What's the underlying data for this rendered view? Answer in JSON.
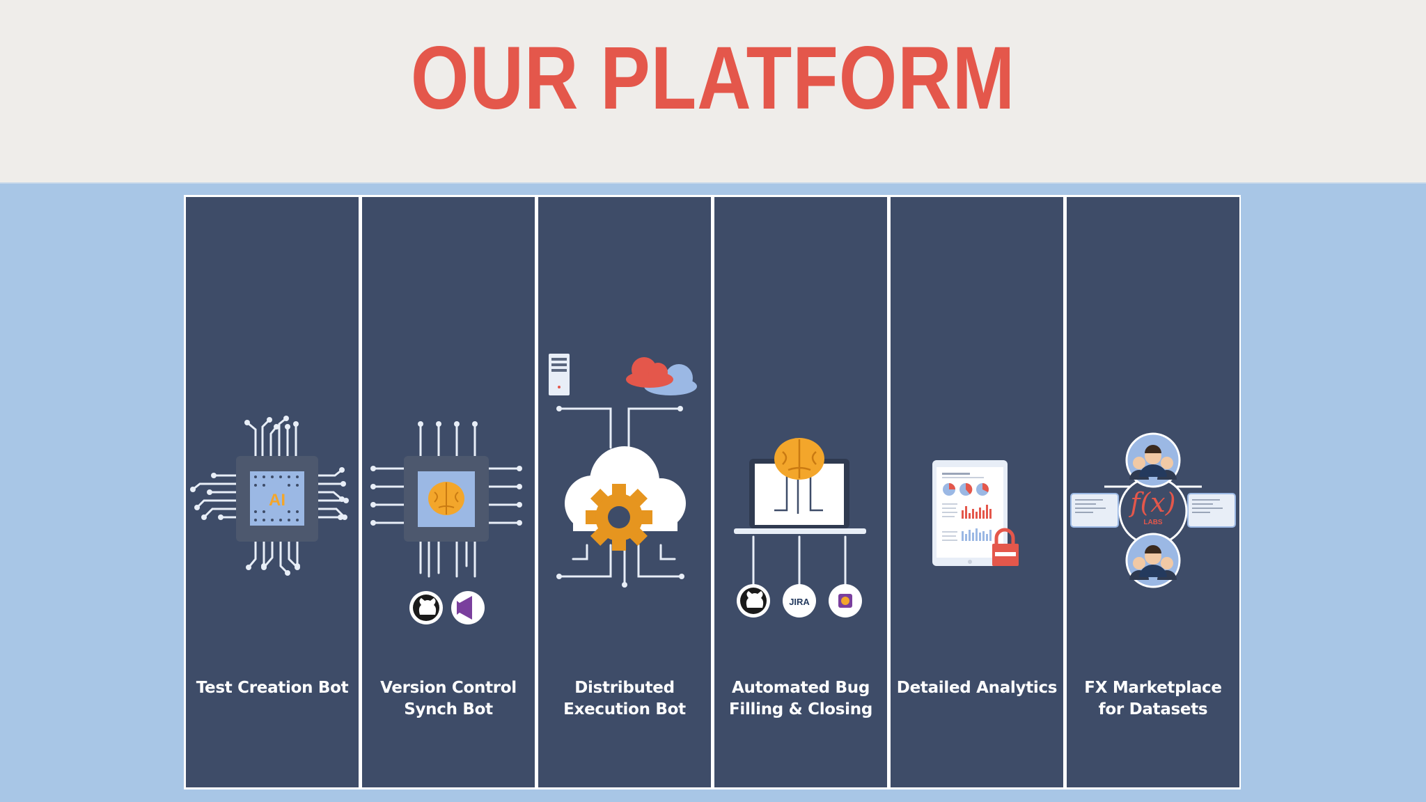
{
  "header": {
    "title": "OUR PLATFORM"
  },
  "panels": [
    {
      "icon": "ai-chip-icon",
      "label_lines": [
        "Test Creation Bot"
      ]
    },
    {
      "icon": "brain-chip-icon",
      "label_lines": [
        "Version Control",
        "Synch Bot"
      ]
    },
    {
      "icon": "cloud-gear-icon",
      "label_lines": [
        "Distributed",
        "Execution Bot"
      ]
    },
    {
      "icon": "laptop-brain-icon",
      "label_lines": [
        "Automated Bug",
        "Filling & Closing"
      ]
    },
    {
      "icon": "analytics-tablet-icon",
      "label_lines": [
        "Detailed Analytics"
      ]
    },
    {
      "icon": "marketplace-network-icon",
      "label_lines": [
        "FX Marketplace",
        "for Datasets"
      ]
    }
  ],
  "icon_text": {
    "chip": "AI",
    "jira": "JIRA",
    "fx": "f(x)",
    "labs": "LABS"
  },
  "colors": {
    "title": "#e4574b",
    "panel": "#3e4c68",
    "background": "#a8c6e6",
    "banner": "#efedea"
  }
}
